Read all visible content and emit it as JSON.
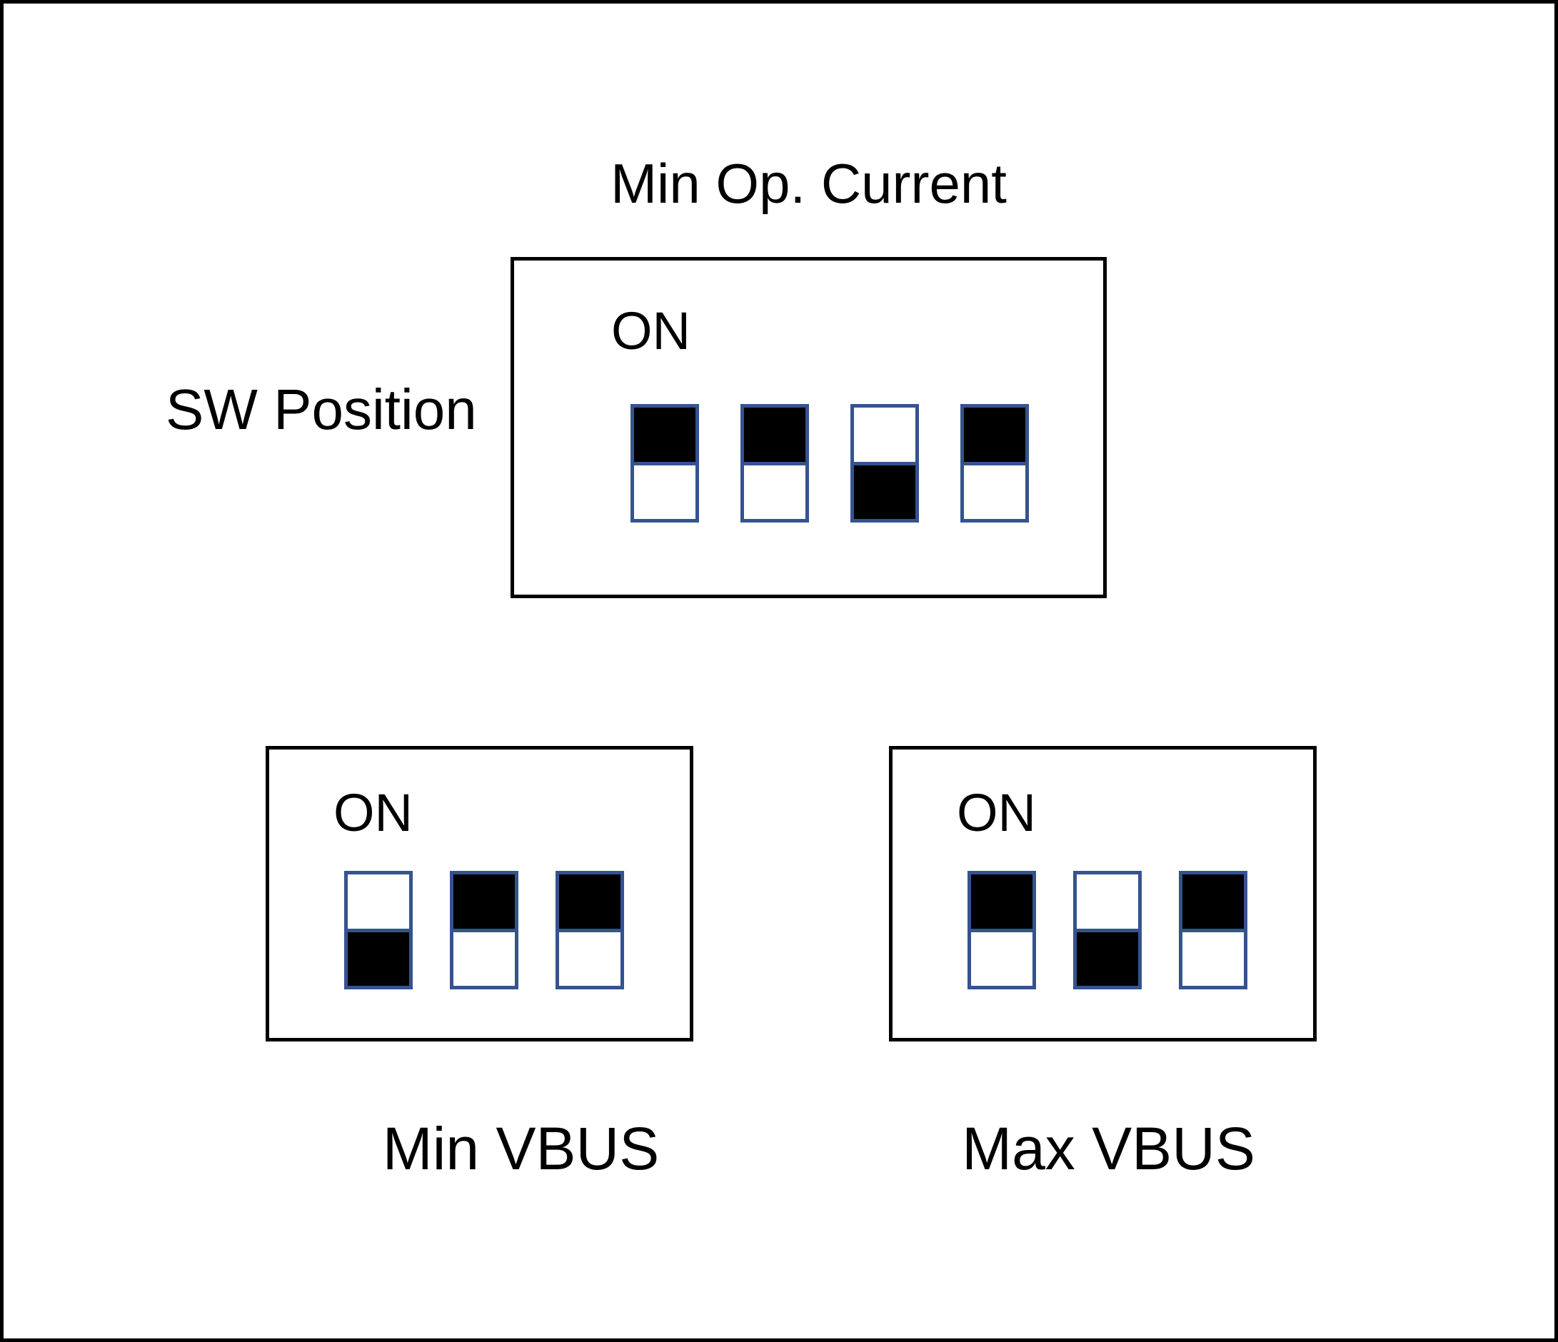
{
  "title": "Min Op. Current",
  "sw_position_label": "SW Position",
  "panels": {
    "min_op_current": {
      "on_label": "ON",
      "switches": [
        "on",
        "on",
        "off",
        "on"
      ]
    },
    "min_vbus": {
      "on_label": "ON",
      "caption": "Min VBUS",
      "switches": [
        "off",
        "on",
        "on"
      ]
    },
    "max_vbus": {
      "on_label": "ON",
      "caption": "Max VBUS",
      "switches": [
        "on",
        "off",
        "on"
      ]
    }
  },
  "colors": {
    "background": "#FFFFFF",
    "outline": "#000000",
    "switch_border": "#35538F",
    "switch_fill": "#000000"
  }
}
